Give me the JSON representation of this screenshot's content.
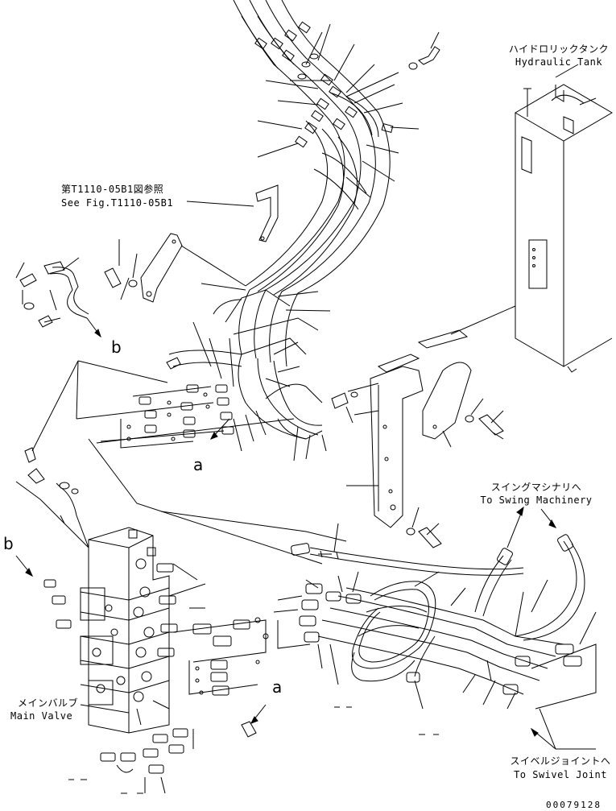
{
  "labels": {
    "hydraulic_tank_jp": "ハイドロリックタンク",
    "hydraulic_tank_en": "Hydraulic Tank",
    "see_fig_jp": "第T1110-05B1図参照",
    "see_fig_en": "See Fig.T1110-05B1",
    "swing_machinery_jp": "スイングマシナリへ",
    "swing_machinery_en": "To Swing Machinery",
    "main_valve_jp": "メインバルブ",
    "main_valve_en": "Main Valve",
    "swivel_joint_jp": "スイベルジョイントへ",
    "swivel_joint_en": "To Swivel Joint"
  },
  "callouts": {
    "a_upper": "a",
    "a_lower": "a",
    "b_upper": "b",
    "b_lower": "b"
  },
  "drawing_number": "00079128"
}
